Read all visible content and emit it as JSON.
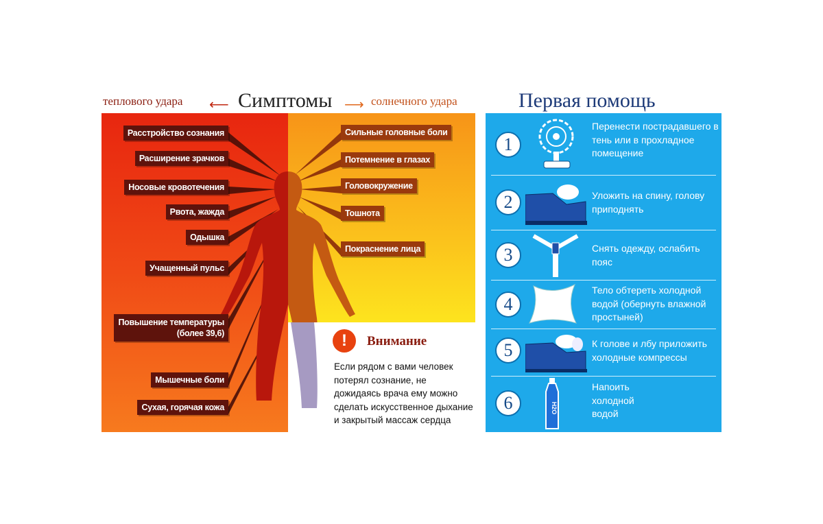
{
  "header": {
    "heat_stroke": "теплового удара",
    "title": "Симптомы",
    "sun_stroke": "солнечного удара",
    "first_aid_title": "Первая помощь"
  },
  "heat_symptoms": [
    "Расстройство сознания",
    "Расширение зрачков",
    "Носовые кровотечения",
    "Рвота, жажда",
    "Одышка",
    "Учащенный пульс",
    "Повышение температуры (более 39,6)",
    "Мышечные боли",
    "Сухая, горячая кожа"
  ],
  "sun_symptoms": [
    "Сильные головные боли",
    "Потемнение в глазах",
    "Головокружение",
    "Тошнота",
    "Покраснение лица"
  ],
  "warning": {
    "title": "Внимание",
    "text": "Если рядом с вами человек потерял сознание, не дожидаясь врача ему можно сделать искусственное дыхание и закрытый массаж сердца"
  },
  "steps": [
    {
      "n": "1",
      "text": "Перенести пострадавшего в тень или в прохладное помещение",
      "icon": "fan-icon"
    },
    {
      "n": "2",
      "text": "Уложить на спину, голову приподнять",
      "icon": "lying-person-icon"
    },
    {
      "n": "3",
      "text": "Снять одежду, ослабить пояс",
      "icon": "zipper-icon"
    },
    {
      "n": "4",
      "text": "Тело обтереть холодной водой (обернуть влажной простыней)",
      "icon": "sheet-icon"
    },
    {
      "n": "5",
      "text": "К голове и лбу приложить холодные компрессы",
      "icon": "compress-person-icon"
    },
    {
      "n": "6",
      "text": "Напоить холодной водой",
      "icon": "water-bottle-icon",
      "bottle_label": "H2O"
    }
  ],
  "colors": {
    "red": "#e8260f",
    "yellow": "#fbc21c",
    "blue": "#1ea9ea",
    "label_dark": "#5e130c",
    "title_blue": "#1d3a78"
  }
}
